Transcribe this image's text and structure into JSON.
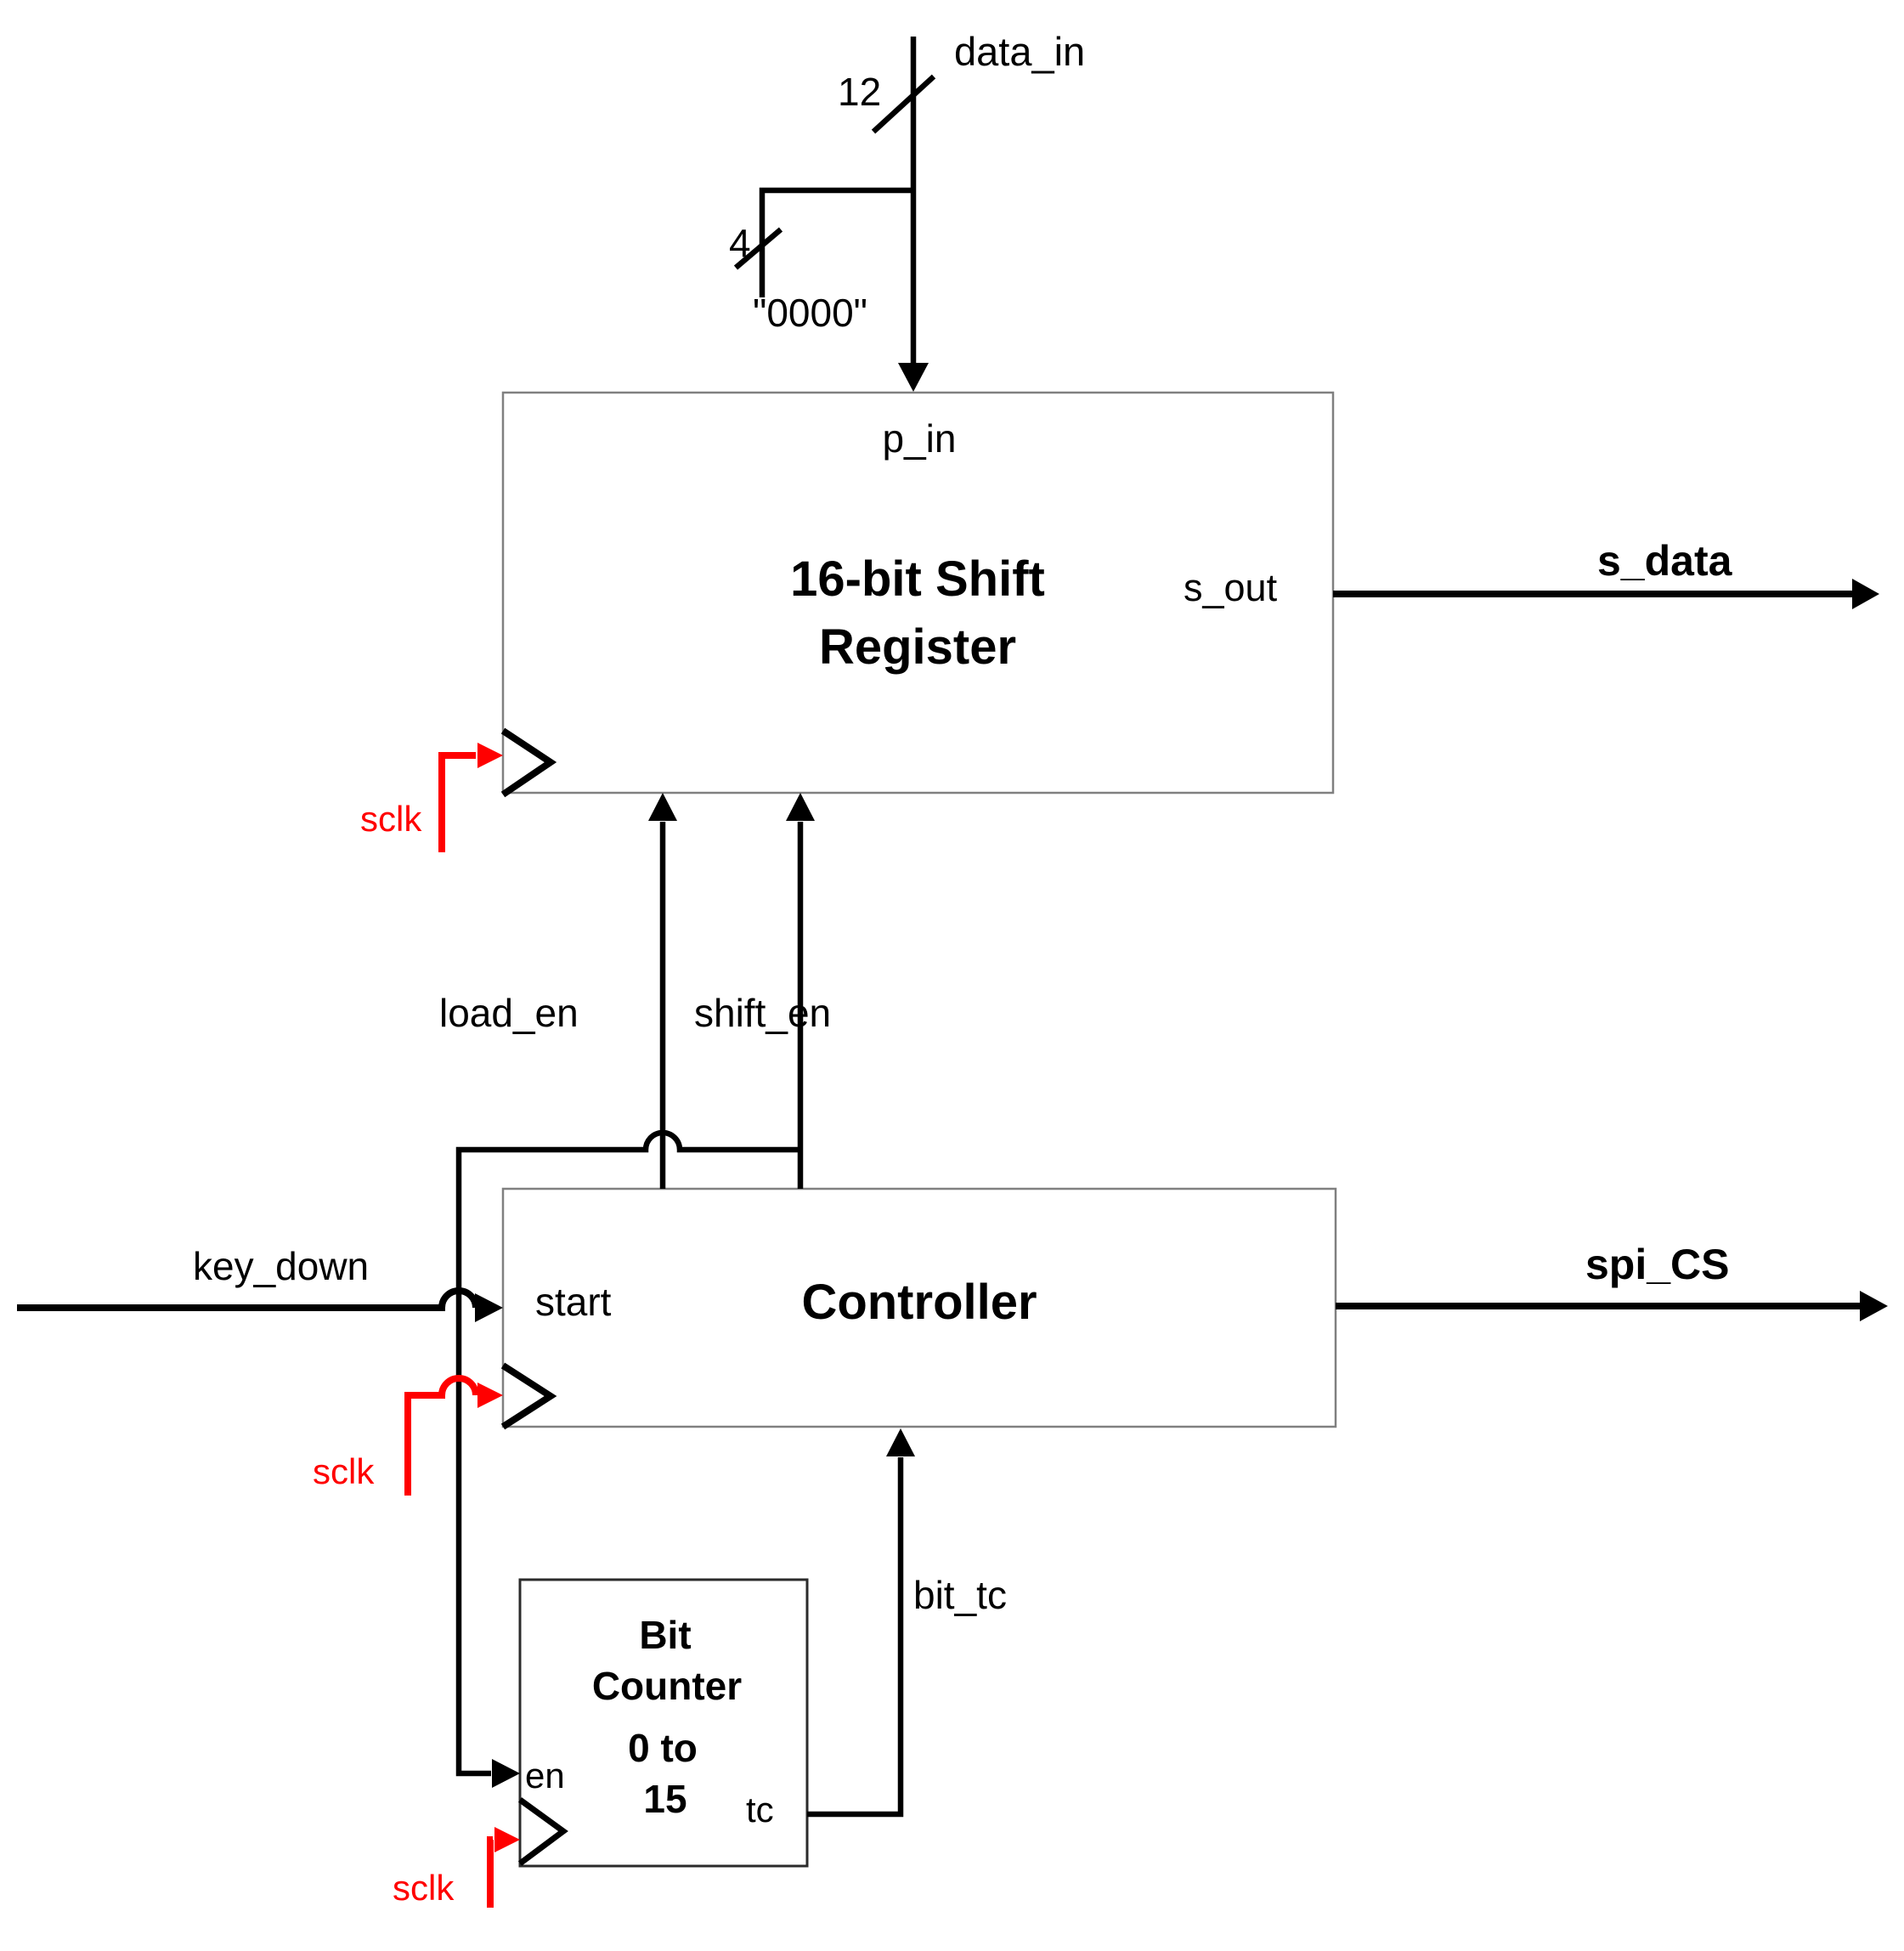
{
  "colors": {
    "wire": "#000000",
    "clock_accent": "#ff0000",
    "block_border": "#808080",
    "counter_border": "#2b2b2b",
    "background": "#ffffff",
    "text": "#000000"
  },
  "annotations": {
    "data_in_bus_width": "12",
    "constant_bus_width": "4",
    "constant_value": "\"0000\""
  },
  "blocks": {
    "shift_register": {
      "title_line1": "16-bit Shift",
      "title_line2": "Register",
      "ports": {
        "p_in": "p_in",
        "s_out": "s_out"
      }
    },
    "controller": {
      "title": "Controller",
      "ports": {
        "start": "start"
      }
    },
    "bit_counter": {
      "title_line1": "Bit",
      "title_line2": "Counter",
      "range_line1": "0 to",
      "range_line2": "15",
      "ports": {
        "en": "en",
        "tc": "tc"
      }
    }
  },
  "signals": {
    "data_in": "data_in",
    "s_data": "s_data",
    "spi_cs": "spi_CS",
    "key_down": "key_down",
    "load_en": "load_en",
    "shift_en": "shift_en",
    "bit_tc": "bit_tc",
    "sclk": "sclk"
  }
}
